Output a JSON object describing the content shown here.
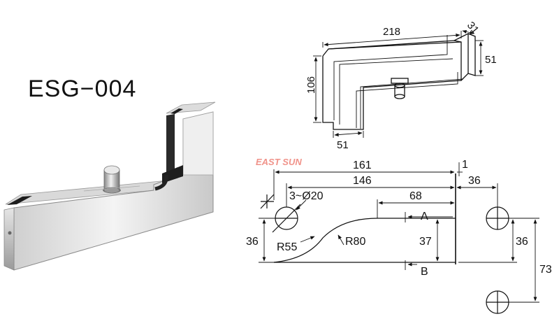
{
  "model": "ESG−004",
  "watermark": "EAST SUN",
  "top_view": {
    "width": "218",
    "depth": "31",
    "height": "106",
    "right_height": "51",
    "bottom_width": "51"
  },
  "cutout": {
    "len_161": "161",
    "len_1": "1",
    "len_146": "146",
    "hole_spec": "3~Ø20",
    "len_68": "68",
    "len_36_right": "36",
    "label_a": "A",
    "label_b": "B",
    "r55": "R55",
    "r80": "R80",
    "h_36_left": "36",
    "h_37": "37",
    "h_36_right": "36",
    "h_73": "73"
  },
  "colors": {
    "line": "#111111",
    "watermark": "#e43a2a",
    "metal_light": "#e8e8e8",
    "metal_dark": "#8c8c8c"
  }
}
